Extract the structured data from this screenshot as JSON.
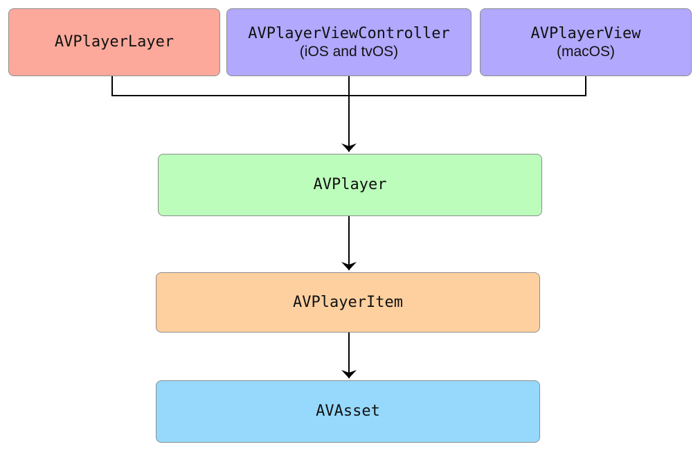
{
  "diagram": {
    "nodes": [
      {
        "id": "av-player-layer",
        "label": "AVPlayerLayer",
        "sublabel": "",
        "color": "#fca99b"
      },
      {
        "id": "av-player-view-controller",
        "label": "AVPlayerViewController",
        "sublabel": "(iOS and tvOS)",
        "color": "#b2a8fd"
      },
      {
        "id": "av-player-view",
        "label": "AVPlayerView",
        "sublabel": "(macOS)",
        "color": "#b2a8fd"
      },
      {
        "id": "av-player",
        "label": "AVPlayer",
        "sublabel": "",
        "color": "#bcfdbb"
      },
      {
        "id": "av-player-item",
        "label": "AVPlayerItem",
        "sublabel": "",
        "color": "#fed0a0"
      },
      {
        "id": "av-asset",
        "label": "AVAsset",
        "sublabel": "",
        "color": "#96d9fd"
      }
    ],
    "edges": [
      {
        "from": "av-player-layer",
        "to": "av-player"
      },
      {
        "from": "av-player-view-controller",
        "to": "av-player"
      },
      {
        "from": "av-player-view",
        "to": "av-player"
      },
      {
        "from": "av-player",
        "to": "av-player-item"
      },
      {
        "from": "av-player-item",
        "to": "av-asset"
      }
    ]
  }
}
